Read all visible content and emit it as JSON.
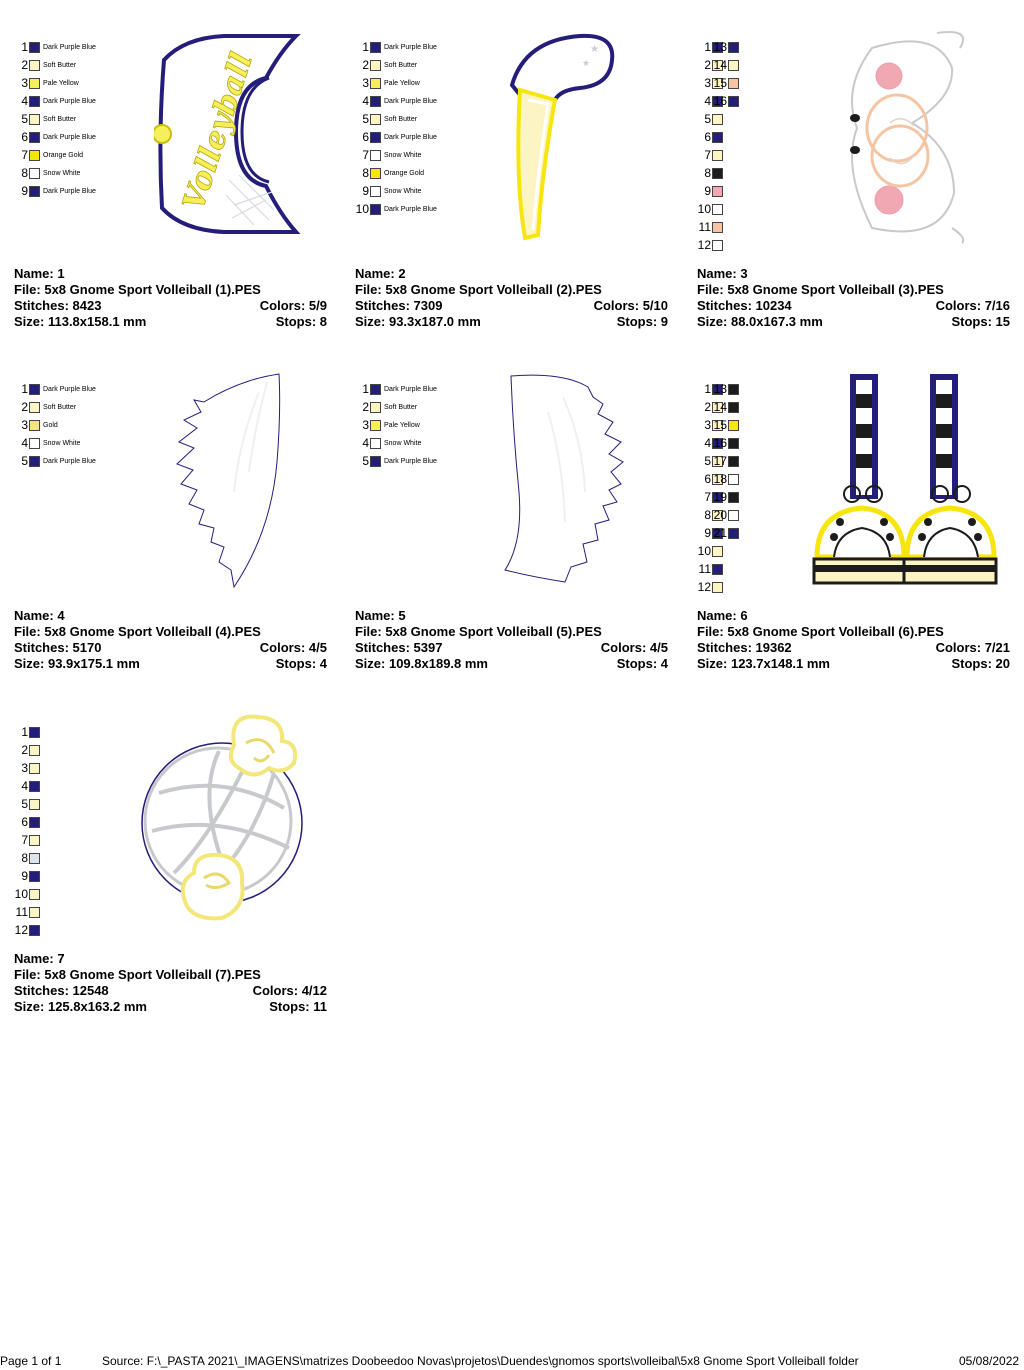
{
  "colors": {
    "Dark Purple Blue": "#241e7a",
    "Soft Butter": "#fdf4c4",
    "Pale Yellow": "#f6ef5a",
    "Snow White": "#ffffff",
    "Orange Gold": "#f7e60d",
    "Gold": "#f4e77a",
    "Black": "#1c1c1c",
    "Pink": "#f2a8b2",
    "Peach": "#f5c4a4",
    "Light Gray": "#dde4ee"
  },
  "labels": {
    "name": "Name: ",
    "file": "File: ",
    "stitches": "Stitches: ",
    "colors": "Colors: ",
    "size": "Size: ",
    "stops": "Stops: "
  },
  "designs": [
    {
      "name": "1",
      "file": "5x8 Gnome Sport Volleiball (1).PES",
      "stitches": "8423",
      "colors": "5/9",
      "size": "113.8x158.1 mm",
      "stops": "8",
      "art_text": "Volleyball",
      "legend": [
        {
          "n": "1",
          "c": "Dark Purple Blue",
          "label": "Dark Purple Blue"
        },
        {
          "n": "2",
          "c": "Soft Butter",
          "label": "Soft Butter"
        },
        {
          "n": "3",
          "c": "Pale Yellow",
          "label": "Pale Yellow"
        },
        {
          "n": "4",
          "c": "Dark Purple Blue",
          "label": "Dark Purple Blue"
        },
        {
          "n": "5",
          "c": "Soft Butter",
          "label": "Soft Butter"
        },
        {
          "n": "6",
          "c": "Dark Purple Blue",
          "label": "Dark Purple Blue"
        },
        {
          "n": "7",
          "c": "Orange Gold",
          "label": "Orange Gold"
        },
        {
          "n": "8",
          "c": "Snow White",
          "label": "Snow White"
        },
        {
          "n": "9",
          "c": "Dark Purple Blue",
          "label": "Dark Purple Blue"
        }
      ]
    },
    {
      "name": "2",
      "file": "5x8 Gnome Sport Volleiball (2).PES",
      "stitches": "7309",
      "colors": "5/10",
      "size": "93.3x187.0 mm",
      "stops": "9",
      "legend": [
        {
          "n": "1",
          "c": "Dark Purple Blue",
          "label": "Dark Purple Blue"
        },
        {
          "n": "2",
          "c": "Soft Butter",
          "label": "Soft Butter"
        },
        {
          "n": "3",
          "c": "Pale Yellow",
          "label": "Pale Yellow"
        },
        {
          "n": "4",
          "c": "Dark Purple Blue",
          "label": "Dark Purple Blue"
        },
        {
          "n": "5",
          "c": "Soft Butter",
          "label": "Soft Butter"
        },
        {
          "n": "6",
          "c": "Dark Purple Blue",
          "label": "Dark Purple Blue"
        },
        {
          "n": "7",
          "c": "Snow White",
          "label": "Snow White"
        },
        {
          "n": "8",
          "c": "Orange Gold",
          "label": "Orange Gold"
        },
        {
          "n": "9",
          "c": "Snow White",
          "label": "Snow White"
        },
        {
          "n": "10",
          "c": "Dark Purple Blue",
          "label": "Dark Purple Blue"
        }
      ]
    },
    {
      "name": "3",
      "file": "5x8 Gnome Sport Volleiball (3).PES",
      "stitches": "10234",
      "colors": "7/16",
      "size": "88.0x167.3 mm",
      "stops": "15",
      "legend": [
        {
          "n": "1",
          "c": "Dark Purple Blue"
        },
        {
          "n": "2",
          "c": "Soft Butter"
        },
        {
          "n": "3",
          "c": "Soft Butter"
        },
        {
          "n": "4",
          "c": "Dark Purple Blue"
        },
        {
          "n": "5",
          "c": "Soft Butter"
        },
        {
          "n": "6",
          "c": "Dark Purple Blue"
        },
        {
          "n": "7",
          "c": "Soft Butter"
        },
        {
          "n": "8",
          "c": "Black"
        },
        {
          "n": "9",
          "c": "Pink"
        },
        {
          "n": "10",
          "c": "Snow White"
        },
        {
          "n": "11",
          "c": "Peach"
        },
        {
          "n": "12",
          "c": "Snow White"
        }
      ],
      "legend2": [
        {
          "n": "13",
          "c": "Dark Purple Blue"
        },
        {
          "n": "14",
          "c": "Soft Butter"
        },
        {
          "n": "15",
          "c": "Peach"
        },
        {
          "n": "16",
          "c": "Dark Purple Blue"
        }
      ]
    },
    {
      "name": "4",
      "file": "5x8 Gnome Sport Volleiball (4).PES",
      "stitches": "5170",
      "colors": "4/5",
      "size": "93.9x175.1 mm",
      "stops": "4",
      "legend": [
        {
          "n": "1",
          "c": "Dark Purple Blue",
          "label": "Dark Purple Blue"
        },
        {
          "n": "2",
          "c": "Soft Butter",
          "label": "Soft Butter"
        },
        {
          "n": "3",
          "c": "Gold",
          "label": "Gold"
        },
        {
          "n": "4",
          "c": "Snow White",
          "label": "Snow White"
        },
        {
          "n": "5",
          "c": "Dark Purple Blue",
          "label": "Dark Purple Blue"
        }
      ]
    },
    {
      "name": "5",
      "file": "5x8 Gnome Sport Volleiball (5).PES",
      "stitches": "5397",
      "colors": "4/5",
      "size": "109.8x189.8 mm",
      "stops": "4",
      "legend": [
        {
          "n": "1",
          "c": "Dark Purple Blue",
          "label": "Dark Purple Blue"
        },
        {
          "n": "2",
          "c": "Soft Butter",
          "label": "Soft Butter"
        },
        {
          "n": "3",
          "c": "Pale Yellow",
          "label": "Pale Yellow"
        },
        {
          "n": "4",
          "c": "Snow White",
          "label": "Snow White"
        },
        {
          "n": "5",
          "c": "Dark Purple Blue",
          "label": "Dark Purple Blue"
        }
      ]
    },
    {
      "name": "6",
      "file": "5x8 Gnome Sport Volleiball (6).PES",
      "stitches": "19362",
      "colors": "7/21",
      "size": "123.7x148.1 mm",
      "stops": "20",
      "legend": [
        {
          "n": "1",
          "c": "Dark Purple Blue"
        },
        {
          "n": "2",
          "c": "Soft Butter"
        },
        {
          "n": "3",
          "c": "Soft Butter"
        },
        {
          "n": "4",
          "c": "Dark Purple Blue"
        },
        {
          "n": "5",
          "c": "Soft Butter"
        },
        {
          "n": "6",
          "c": "Soft Butter"
        },
        {
          "n": "7",
          "c": "Dark Purple Blue"
        },
        {
          "n": "8",
          "c": "Soft Butter"
        },
        {
          "n": "9",
          "c": "Dark Purple Blue"
        },
        {
          "n": "10",
          "c": "Soft Butter"
        },
        {
          "n": "11",
          "c": "Dark Purple Blue"
        },
        {
          "n": "12",
          "c": "Soft Butter"
        }
      ],
      "legend2": [
        {
          "n": "13",
          "c": "Black"
        },
        {
          "n": "14",
          "c": "Black"
        },
        {
          "n": "15",
          "c": "Orange Gold"
        },
        {
          "n": "16",
          "c": "Black"
        },
        {
          "n": "17",
          "c": "Black"
        },
        {
          "n": "18",
          "c": "Snow White"
        },
        {
          "n": "19",
          "c": "Black"
        },
        {
          "n": "20",
          "c": "Snow White"
        },
        {
          "n": "21",
          "c": "Dark Purple Blue"
        }
      ]
    },
    {
      "name": "7",
      "file": "5x8 Gnome Sport Volleiball (7).PES",
      "stitches": "12548",
      "colors": "4/12",
      "size": "125.8x163.2 mm",
      "stops": "11",
      "legend": [
        {
          "n": "1",
          "c": "Dark Purple Blue"
        },
        {
          "n": "2",
          "c": "Soft Butter"
        },
        {
          "n": "3",
          "c": "Soft Butter"
        },
        {
          "n": "4",
          "c": "Dark Purple Blue"
        },
        {
          "n": "5",
          "c": "Soft Butter"
        },
        {
          "n": "6",
          "c": "Dark Purple Blue"
        },
        {
          "n": "7",
          "c": "Soft Butter"
        },
        {
          "n": "8",
          "c": "Light Gray"
        },
        {
          "n": "9",
          "c": "Dark Purple Blue"
        },
        {
          "n": "10",
          "c": "Soft Butter"
        },
        {
          "n": "11",
          "c": "Soft Butter"
        },
        {
          "n": "12",
          "c": "Dark Purple Blue"
        }
      ]
    }
  ],
  "footer": {
    "page": "Page 1 of 1",
    "source": "Source: F:\\_PASTA 2021\\_IMAGENS\\matrizes Doobeedoo Novas\\projetos\\Duendes\\gnomos sports\\volleibal\\5x8 Gnome Sport Volleiball folder",
    "date": "05/08/2022"
  }
}
